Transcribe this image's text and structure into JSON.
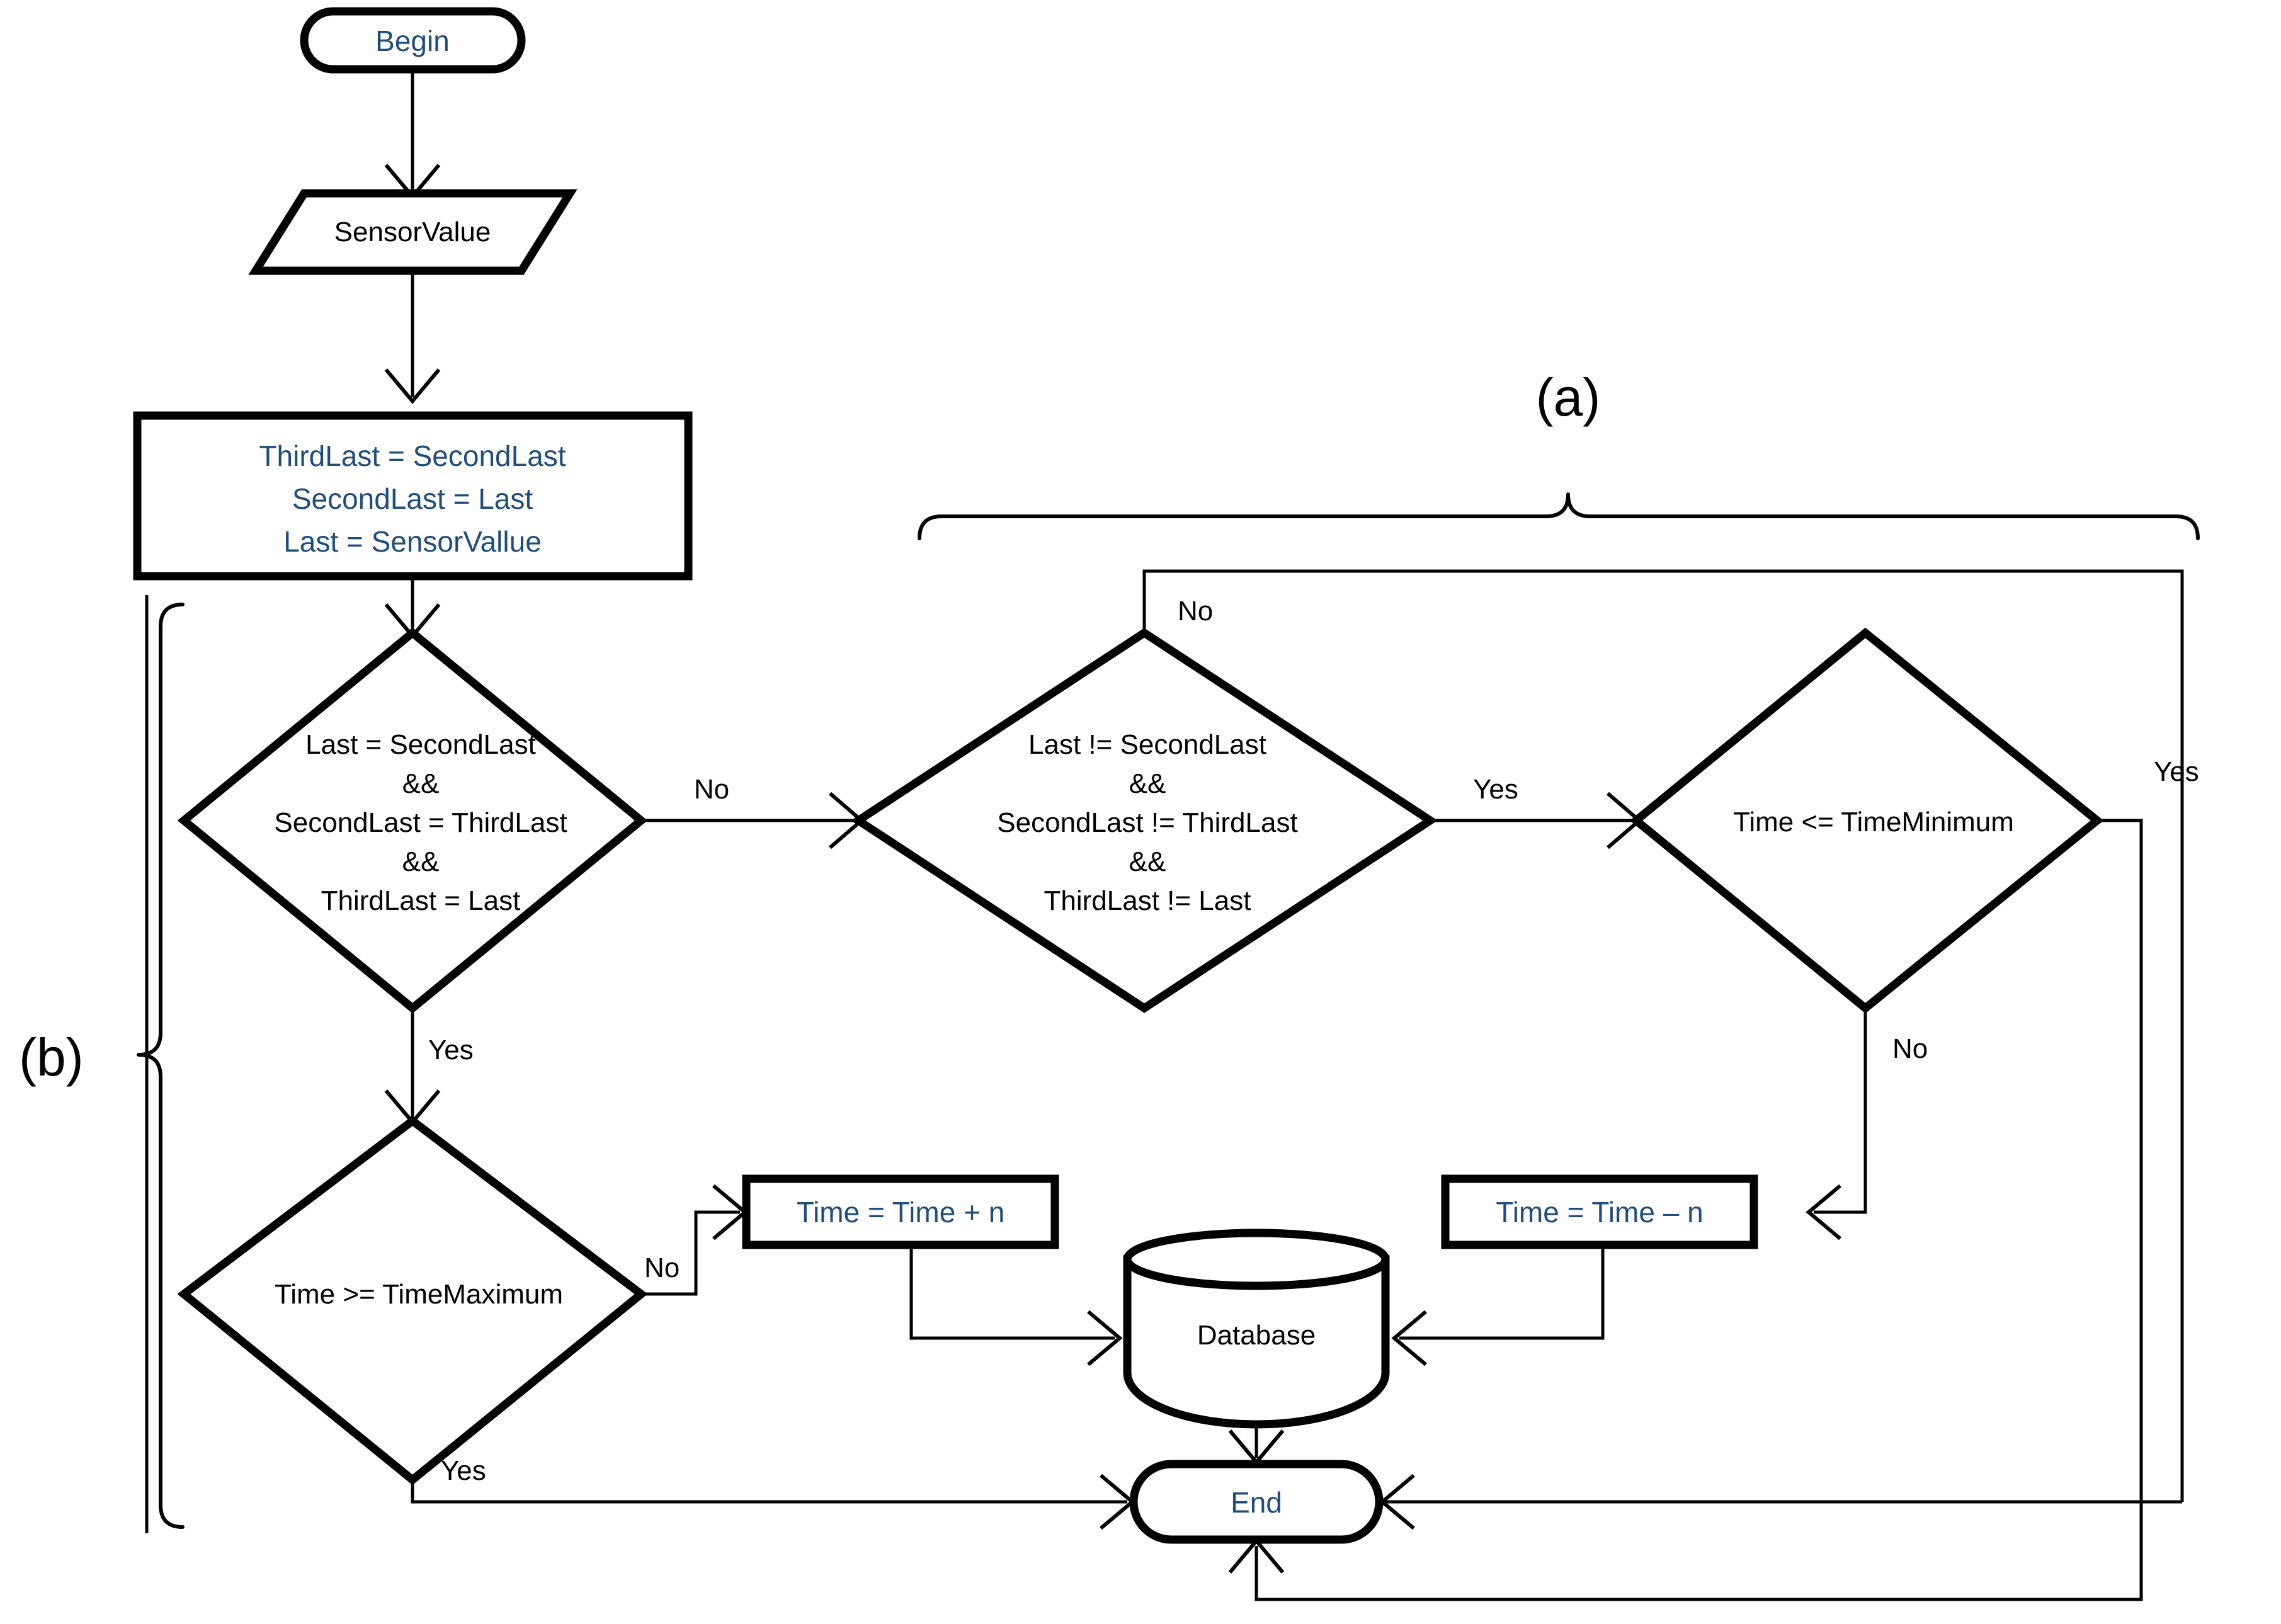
{
  "diagram": {
    "type": "flowchart",
    "title_labels": {
      "panel_a": "(a)",
      "panel_b": "(b)"
    },
    "nodes": {
      "begin": {
        "label": "Begin",
        "shape": "terminator",
        "color": "#1F4E79"
      },
      "sensor_value": {
        "label": "SensorValue",
        "shape": "parallelogram-input",
        "color": "#000000"
      },
      "shift_registers": {
        "shape": "process",
        "color": "#1F4E79",
        "lines": [
          "ThirdLast = SecondLast",
          "SecondLast = Last",
          "Last = SensorVallue"
        ]
      },
      "decision_all_equal": {
        "shape": "decision",
        "color": "#000000",
        "lines": [
          "Last = SecondLast",
          "&&",
          "SecondLast = ThirdLast",
          "&&",
          "ThirdLast = Last"
        ]
      },
      "decision_all_different": {
        "shape": "decision",
        "color": "#000000",
        "lines": [
          "Last != SecondLast",
          "&&",
          "SecondLast != ThirdLast",
          "&&",
          "ThirdLast != Last"
        ]
      },
      "decision_time_min": {
        "label": "Time <= TimeMinimum",
        "shape": "decision",
        "color": "#000000"
      },
      "decision_time_max": {
        "label": "Time >= TimeMaximum",
        "shape": "decision",
        "color": "#000000"
      },
      "time_plus_n": {
        "label": "Time = Time + n",
        "shape": "process",
        "color": "#1F4E79"
      },
      "time_minus_n": {
        "label": "Time = Time – n",
        "shape": "process",
        "color": "#1F4E79"
      },
      "database": {
        "label": "Database",
        "shape": "cylinder",
        "color": "#000000"
      },
      "end": {
        "label": "End",
        "shape": "terminator",
        "color": "#1F4E79"
      }
    },
    "edge_labels": {
      "all_equal_no": "No",
      "all_equal_yes": "Yes",
      "all_different_no": "No",
      "all_different_yes": "Yes",
      "time_min_yes": "Yes",
      "time_min_no": "No",
      "time_max_no": "No",
      "time_max_yes": "Yes"
    }
  }
}
